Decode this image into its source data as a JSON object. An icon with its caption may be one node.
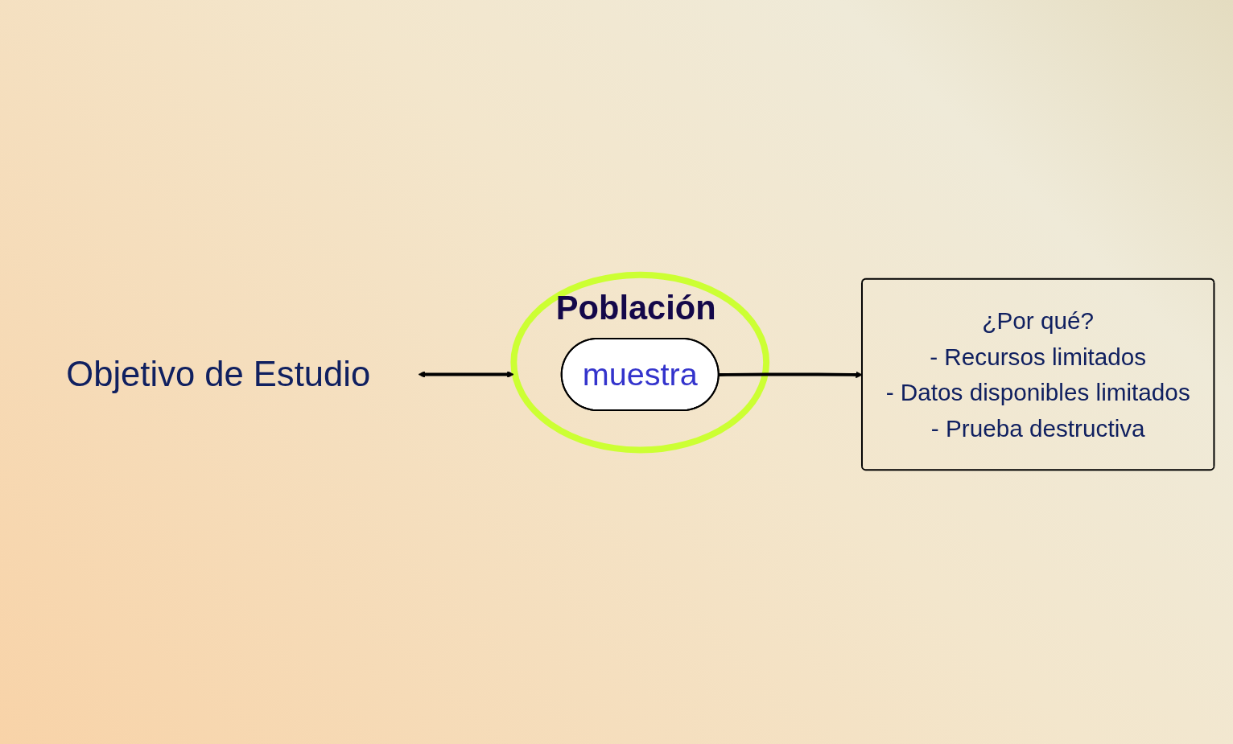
{
  "diagram": {
    "nodes": [
      {
        "text": [
          "Objetivo de Estudio"
        ]
      },
      {
        "text": [
          "Población"
        ]
      },
      {
        "text": [
          "muestra"
        ],
        "in": 1
      },
      {
        "text": [
          "¿Por qué?",
          "- Recursos limitados",
          "- Datos disponibles limitados",
          "- Prueba destructiva"
        ]
      }
    ],
    "edges": [
      {
        "from": 0,
        "to": 1,
        "arrow": "both"
      },
      {
        "from": 2,
        "to": 3,
        "arrow": "to"
      }
    ]
  }
}
